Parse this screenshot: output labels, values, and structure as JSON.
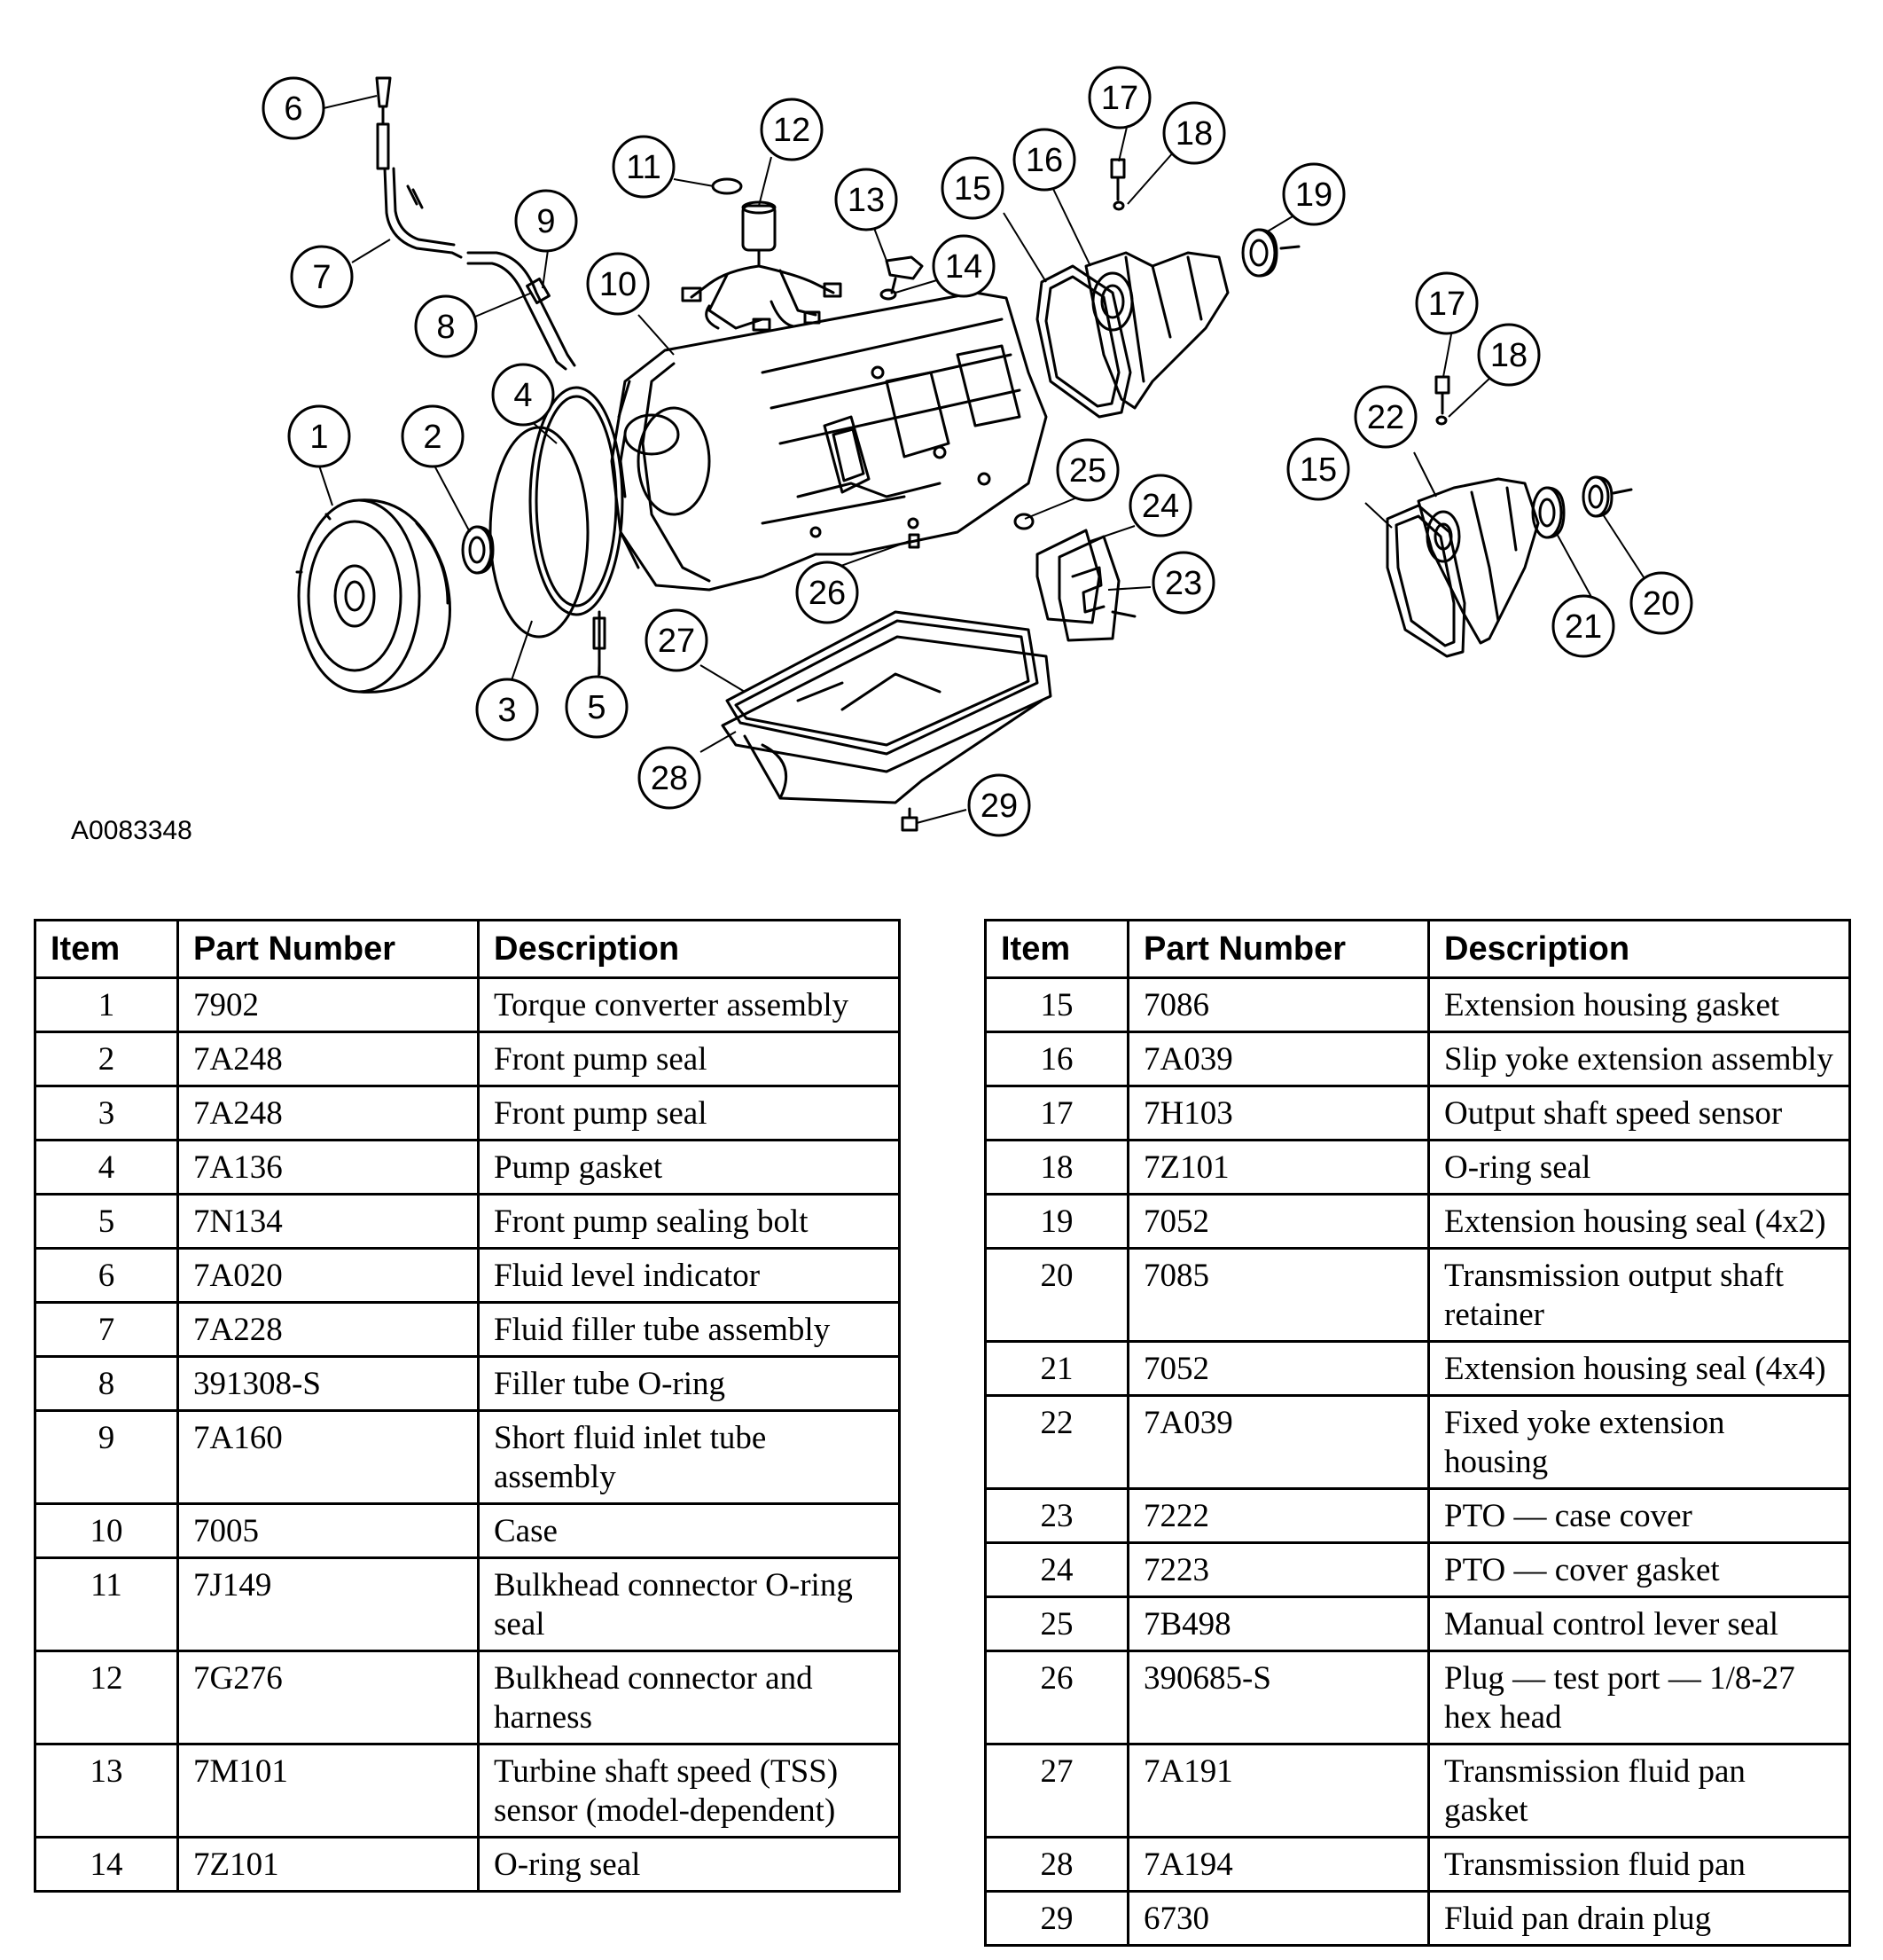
{
  "figure": {
    "id": "A0083348",
    "callouts": [
      "1",
      "2",
      "3",
      "4",
      "5",
      "6",
      "7",
      "8",
      "9",
      "10",
      "11",
      "12",
      "13",
      "14",
      "15",
      "16",
      "17",
      "18",
      "19",
      "15",
      "17",
      "18",
      "20",
      "21",
      "22",
      "23",
      "24",
      "25",
      "26",
      "27",
      "28",
      "29"
    ]
  },
  "table_headers": {
    "item": "Item",
    "part_number": "Part Number",
    "description": "Description"
  },
  "parts_left": [
    {
      "item": "1",
      "part": "7902",
      "desc": "Torque converter assembly"
    },
    {
      "item": "2",
      "part": "7A248",
      "desc": "Front pump seal"
    },
    {
      "item": "3",
      "part": "7A248",
      "desc": "Front pump seal"
    },
    {
      "item": "4",
      "part": "7A136",
      "desc": "Pump gasket"
    },
    {
      "item": "5",
      "part": "7N134",
      "desc": "Front pump sealing bolt"
    },
    {
      "item": "6",
      "part": "7A020",
      "desc": "Fluid level indicator"
    },
    {
      "item": "7",
      "part": "7A228",
      "desc": "Fluid filler tube assembly"
    },
    {
      "item": "8",
      "part": "391308-S",
      "desc": "Filler tube O-ring"
    },
    {
      "item": "9",
      "part": "7A160",
      "desc": "Short fluid inlet tube assembly"
    },
    {
      "item": "10",
      "part": "7005",
      "desc": "Case"
    },
    {
      "item": "11",
      "part": "7J149",
      "desc": "Bulkhead connector O-ring seal"
    },
    {
      "item": "12",
      "part": "7G276",
      "desc": "Bulkhead connector and harness"
    },
    {
      "item": "13",
      "part": "7M101",
      "desc": "Turbine shaft speed (TSS) sensor (model-dependent)"
    },
    {
      "item": "14",
      "part": "7Z101",
      "desc": "O-ring seal"
    }
  ],
  "parts_right": [
    {
      "item": "15",
      "part": "7086",
      "desc": "Extension housing gasket"
    },
    {
      "item": "16",
      "part": "7A039",
      "desc": "Slip yoke extension assembly"
    },
    {
      "item": "17",
      "part": "7H103",
      "desc": "Output shaft speed sensor"
    },
    {
      "item": "18",
      "part": "7Z101",
      "desc": "O-ring seal"
    },
    {
      "item": "19",
      "part": "7052",
      "desc": "Extension housing seal (4x2)"
    },
    {
      "item": "20",
      "part": "7085",
      "desc": "Transmission output shaft retainer"
    },
    {
      "item": "21",
      "part": "7052",
      "desc": "Extension housing seal (4x4)"
    },
    {
      "item": "22",
      "part": "7A039",
      "desc": "Fixed yoke extension housing"
    },
    {
      "item": "23",
      "part": "7222",
      "desc": "PTO — case cover"
    },
    {
      "item": "24",
      "part": "7223",
      "desc": "PTO — cover gasket"
    },
    {
      "item": "25",
      "part": "7B498",
      "desc": "Manual control lever seal"
    },
    {
      "item": "26",
      "part": "390685-S",
      "desc": "Plug — test port — 1/8-27 hex head"
    },
    {
      "item": "27",
      "part": "7A191",
      "desc": "Transmission fluid pan gasket"
    },
    {
      "item": "28",
      "part": "7A194",
      "desc": "Transmission fluid pan"
    },
    {
      "item": "29",
      "part": "6730",
      "desc": "Fluid pan drain plug"
    }
  ]
}
